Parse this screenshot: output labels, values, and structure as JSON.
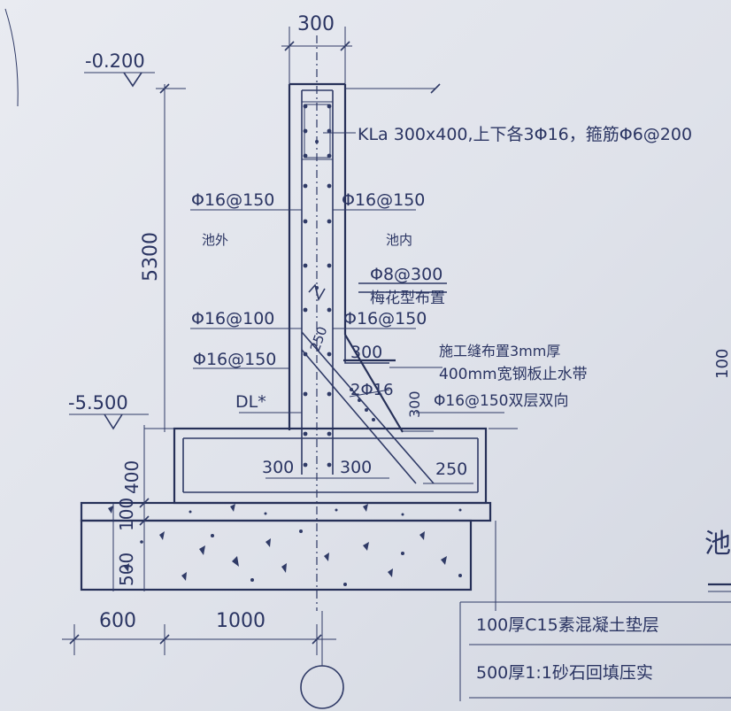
{
  "dims": {
    "top_width": "300",
    "height_total": "5300",
    "base_height": "400",
    "cushion_thk": "100",
    "backfill_thk": "500",
    "left_ext": "600",
    "right_ext": "1000",
    "inner_left": "300",
    "inner_right": "300",
    "right_slope": "250",
    "haunch_len": "250",
    "step_300": "300",
    "step_300_vert": "300"
  },
  "elevations": {
    "top": "-0.200",
    "bottom": "-5.500"
  },
  "beam_note": "KLa 300x400,上下各3Φ16，箍筋Φ6@200",
  "rebar": {
    "left_top": "Φ16@150",
    "right_top": "Φ16@150",
    "left_mid": "Φ16@100",
    "right_mid": "Φ16@150",
    "left_low": "Φ16@150",
    "tie": "Φ8@300",
    "tie_note": "梅花型布置",
    "haunch_bar": "2Φ16",
    "base_bar": "Φ16@150双层双向"
  },
  "side_labels": {
    "outside": "池外",
    "inside": "池内"
  },
  "joint_note_1": "施工缝布置3mm厚",
  "joint_note_2": "400mm宽钢板止水带",
  "dl_label": "DL*",
  "legend": {
    "cushion": "100厚C15素混凝土垫层",
    "backfill": "500厚1:1砂石回填压实"
  },
  "edge_text": {
    "right_fragment": "100",
    "right_char": "池"
  },
  "colors": {
    "ink": "#2f3a66",
    "paper": "#e3e6ed"
  }
}
